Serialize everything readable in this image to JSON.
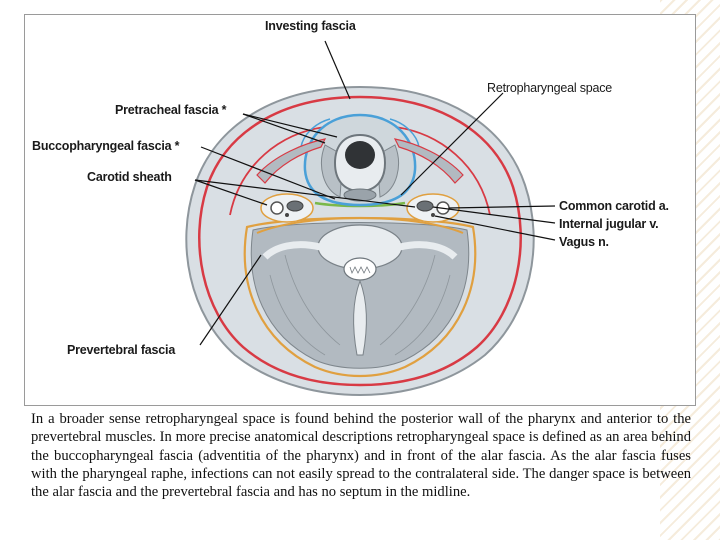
{
  "diagram": {
    "labels": {
      "investing_fascia": "Investing fascia",
      "retropharyngeal_space": "Retropharyngeal space",
      "pretracheal_fascia": "Pretracheal fascia *",
      "buccopharyngeal_fascia": "Buccopharyngeal fascia *",
      "carotid_sheath": "Carotid sheath",
      "common_carotid": "Common carotid a.",
      "internal_jugular": "Internal jugular v.",
      "vagus": "Vagus n.",
      "prevertebral_fascia": "Prevertebral fascia"
    },
    "colors": {
      "investing_fascia": "#d83a44",
      "pretracheal_fascia": "#4aa0d8",
      "buccopharyngeal_fascia": "#7ab84a",
      "prevertebral_fascia": "#e0a040",
      "muscle": "#a8b0b8",
      "tissue_fill": "#c8d0d6"
    }
  },
  "caption": {
    "text": "In a broader sense retropharyngeal space is found behind the posterior wall of the pharynx and anterior to the prevertebral muscles. In more precise anatomical descriptions retropharyngeal space is defined as an area behind the buccopharyngeal fascia (adventitia of the pharynx) and in front of the alar fascia. As the alar fascia fuses with the pharyngeal raphe, infections can not easily spread to the contralateral side. The danger space is between the alar fascia and the prevertebral fascia and has no septum in the midline."
  }
}
